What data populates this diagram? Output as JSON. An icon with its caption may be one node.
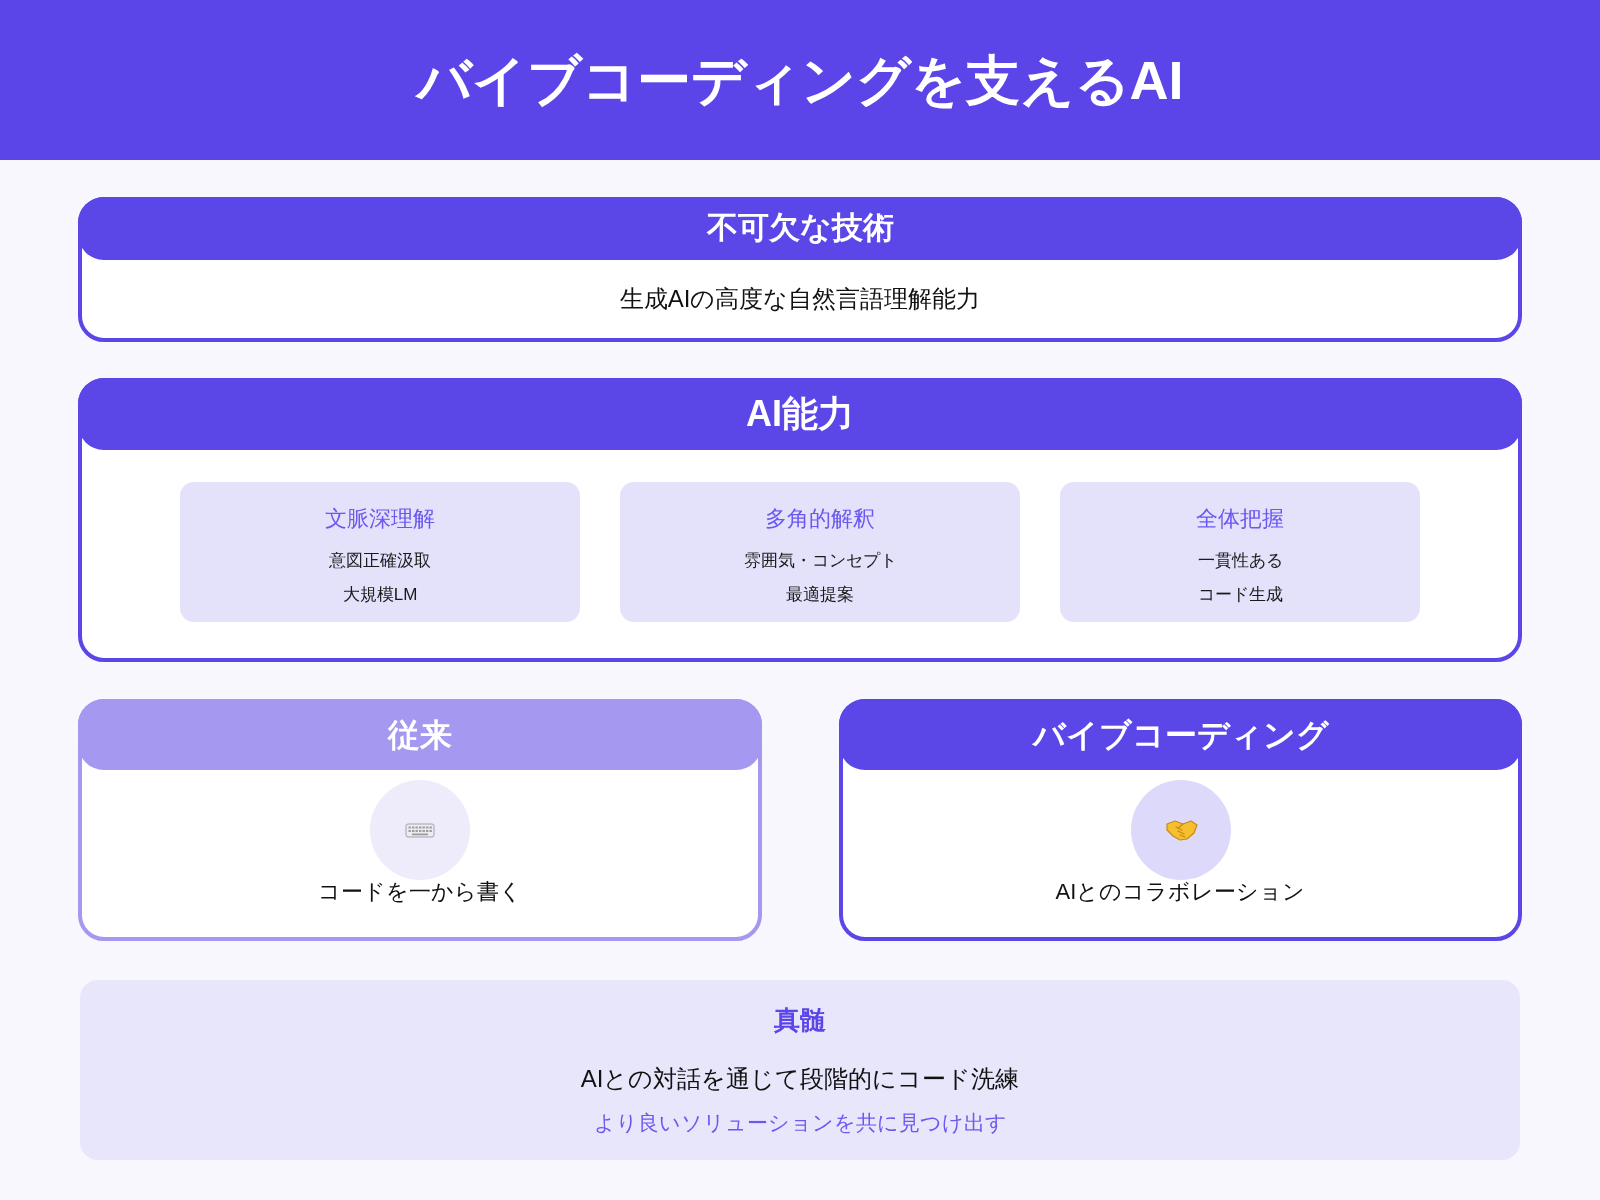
{
  "diagram": {
    "title": "バイブコーディングを支えるAI",
    "nodes": [
      {
        "text": [
          "不可欠な技術",
          "生成AIの高度な自然言語理解能力"
        ]
      },
      {
        "text": [
          "AI能力"
        ]
      },
      {
        "text": [
          "文脈深理解",
          "意図正確汲取",
          "大規模LM"
        ],
        "in": 1
      },
      {
        "text": [
          "多角的解釈",
          "雰囲気・コンセプト",
          "最適提案"
        ],
        "in": 1
      },
      {
        "text": [
          "全体把握",
          "一貫性ある",
          "コード生成"
        ],
        "in": 1
      },
      {
        "text": [
          "従来",
          "コードを一から書く"
        ]
      },
      {
        "text": [
          "バイブコーディング",
          "AIとのコラボレーション"
        ]
      },
      {
        "text": [
          "真髄",
          "AIとの対話を通じて段階的にコード洗練",
          "より良いソリューションを共に見つけ出す"
        ]
      }
    ]
  }
}
